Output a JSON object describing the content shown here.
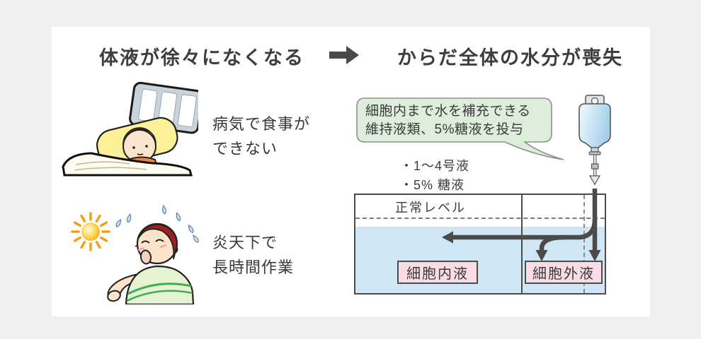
{
  "header": {
    "left_title": "体液が徐々になくなる",
    "right_title": "からだ全体の水分が喪失"
  },
  "causes": [
    {
      "line1": "病気で食事が",
      "line2": "できない",
      "icon": "sick-person-in-bed"
    },
    {
      "line1": "炎天下で",
      "line2": "長時間作業",
      "icon": "sweating-person-under-sun"
    }
  ],
  "treatment": {
    "bubble_line1": "細胞内まで水を補充できる",
    "bubble_line2": "維持液類、5%糖液を投与",
    "bullet1": "・1〜4号液",
    "bullet2": "・5% 糖液",
    "iv_icon": "iv-drip-bag"
  },
  "tank": {
    "normal_level_label": "正常レベル",
    "intracellular_label": "細胞内液",
    "extracellular_label": "細胞外液"
  },
  "colors": {
    "page_bg": "#f0f0ee",
    "card_bg": "#ffffff",
    "text_dark": "#3e3e3e",
    "arrow_dark": "#4a4a4a",
    "bubble_bg": "#ddeeda",
    "bubble_border": "#8f8f8f",
    "water_blue": "#cfe7f5",
    "label_pink": "#fadce4",
    "tank_border": "#4c4c4c",
    "hair_red": "#9c2023",
    "skin": "#fce4cb",
    "shirt_orange": "#ef8440",
    "pillow_yellow": "#fcf099",
    "headboard_gray": "#c9d3dc",
    "shirt_green": "#e5f3d3",
    "stripe_green": "#43ab4f",
    "sun_orange": "#f59e15",
    "sweat_blue": "#cde4f5",
    "iv_bag_blue": "#c3e2f4"
  }
}
